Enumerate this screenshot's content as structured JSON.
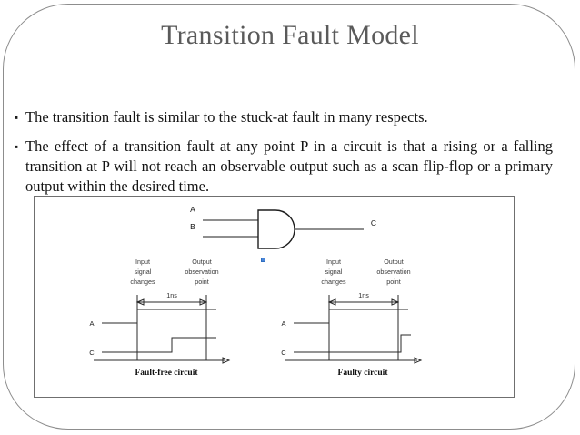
{
  "slide": {
    "title": "Transition Fault Model",
    "bullet_glyph": "▪",
    "bullets": [
      "The transition fault is similar to the stuck-at fault in many respects.",
      "The effect of a transition fault at any point P in a circuit is that a rising or a falling transition at P will not reach an observable output such as a scan flip-flop or a primary output within the desired time."
    ]
  },
  "figure": {
    "gate": {
      "type": "and-gate",
      "inputs": [
        "A",
        "B"
      ],
      "output": "C"
    },
    "selection_handle_color": "#4a86d8",
    "panels": [
      {
        "id": "fault-free",
        "caption": "Fault-free circuit",
        "left_annotation": [
          "Input",
          "signal",
          "changes"
        ],
        "right_annotation": [
          "Output",
          "observation",
          "point"
        ],
        "dimension_label": "1ns",
        "signals": [
          "A",
          "C"
        ],
        "note": "C rises inside the 1ns window, before the observation point"
      },
      {
        "id": "faulty",
        "caption": "Faulty circuit",
        "left_annotation": [
          "Input",
          "signal",
          "changes"
        ],
        "right_annotation": [
          "Output",
          "observation",
          "point"
        ],
        "dimension_label": "1ns",
        "signals": [
          "A",
          "C"
        ],
        "note": "C rises only at/after the observation point"
      }
    ]
  },
  "colors": {
    "title": "#5a5a5a",
    "body_text": "#141414",
    "frame": "#8d8d8d",
    "figure_border": "#6f6f6f",
    "accent": "#4a86d8"
  }
}
